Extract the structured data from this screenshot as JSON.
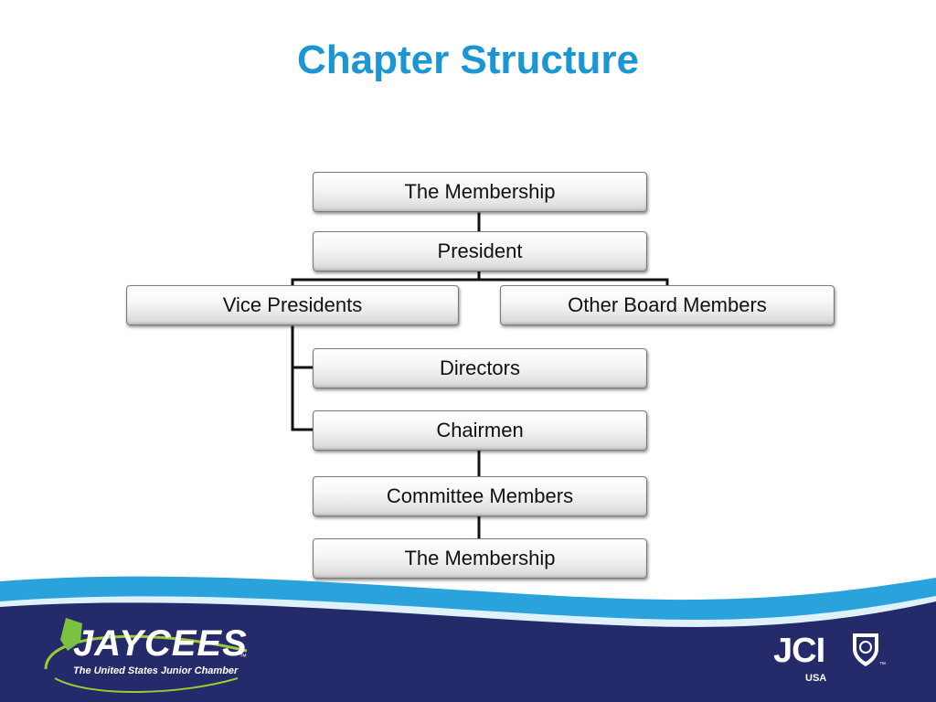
{
  "slide": {
    "title": "Chapter Structure"
  },
  "org_chart": {
    "nodes": {
      "membership_top": "The Membership",
      "president": "President",
      "vice_presidents": "Vice Presidents",
      "other_board_members": "Other Board Members",
      "directors": "Directors",
      "chairmen": "Chairmen",
      "committee_members": "Committee Members",
      "membership_bottom": "The Membership"
    }
  },
  "footer": {
    "jaycees_logo": {
      "wordmark": "JAYCEES",
      "trademark": "™",
      "tagline": "The United States Junior Chamber"
    },
    "jci_logo": {
      "wordmark": "JCI",
      "subtitle": "USA",
      "trademark": "™"
    }
  },
  "colors": {
    "title": "#1a96d4",
    "footer_navy": "#252a6b",
    "footer_wave_light": "#2aa3dd",
    "connector": "#111111"
  }
}
